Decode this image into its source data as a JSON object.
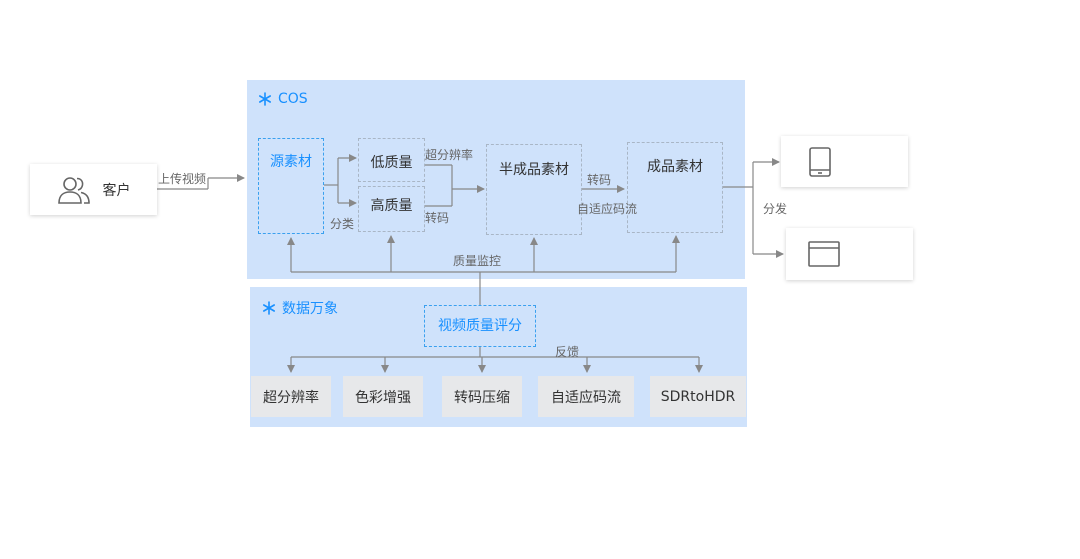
{
  "client": {
    "label": "客户"
  },
  "cos": {
    "title": "COS"
  },
  "wanxiang": {
    "title": "数据万象"
  },
  "nodes": {
    "source": "源素材",
    "low": "低质量",
    "high": "高质量",
    "semi": "半成品素材",
    "final": "成品素材",
    "score": "视频质量评分"
  },
  "edge_labels": {
    "upload": "上传视频",
    "classify": "分类",
    "super_res": "超分辨率",
    "transcode1": "转码",
    "transcode2": "转码",
    "adaptive": "自适应码流",
    "distribute": "分发",
    "monitor": "质量监控",
    "feedback": "反馈"
  },
  "tools": [
    "超分辨率",
    "色彩增强",
    "转码压缩",
    "自适应码流",
    "SDRtoHDR"
  ],
  "icons": {
    "client": "users-icon",
    "tablet": "tablet-icon",
    "browser": "browser-window-icon",
    "brand": "snowflake-icon"
  },
  "colors": {
    "panel": "#cfe2fb",
    "accent": "#1890ff",
    "line": "#888888"
  }
}
